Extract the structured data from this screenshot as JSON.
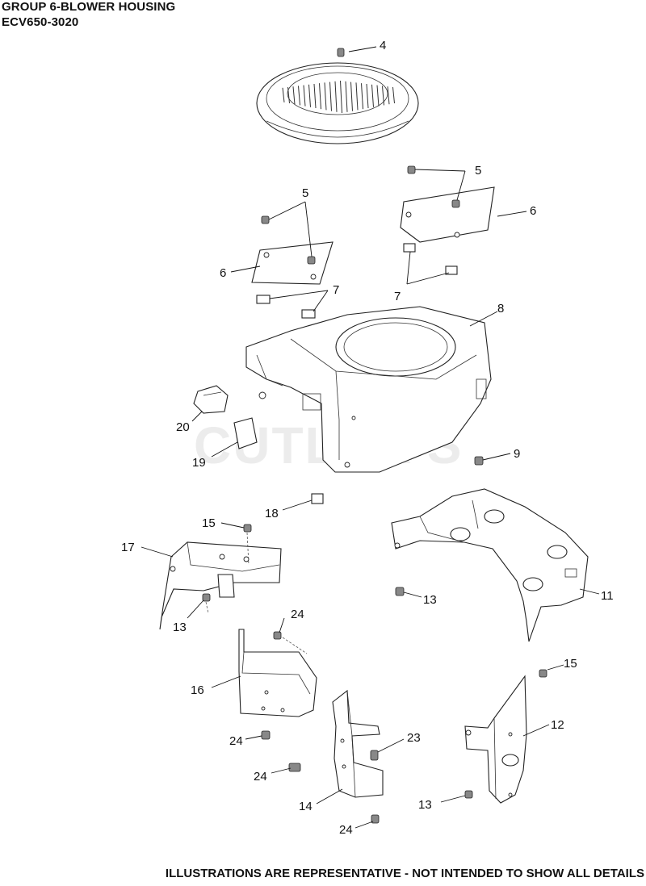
{
  "header": {
    "title": "GROUP 6-BLOWER HOUSING",
    "model": "ECV650-3020"
  },
  "watermark": "CUTLER'S",
  "footer": "ILLUSTRATIONS ARE REPRESENTATIVE - NOT INTENDED TO SHOW ALL DETAILS",
  "callouts": {
    "c4": "4",
    "c5a": "5",
    "c5b": "5",
    "c6a": "6",
    "c6b": "6",
    "c7a": "7",
    "c7b": "7",
    "c8": "8",
    "c9": "9",
    "c11": "11",
    "c12": "12",
    "c13a": "13",
    "c13b": "13",
    "c13c": "13",
    "c14": "14",
    "c15a": "15",
    "c15b": "15",
    "c16": "16",
    "c17": "17",
    "c18": "18",
    "c19": "19",
    "c20": "20",
    "c23": "23",
    "c24a": "24",
    "c24b": "24",
    "c24c": "24",
    "c24d": "24"
  }
}
